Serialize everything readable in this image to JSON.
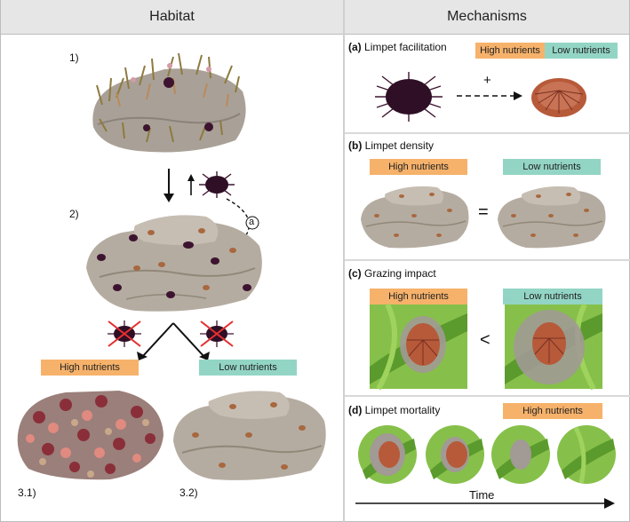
{
  "headers": {
    "habitat": "Habitat",
    "mechanisms": "Mechanisms"
  },
  "habitat": {
    "step1": "1)",
    "step2": "2)",
    "step31": "3.1)",
    "step32": "3.2)",
    "loop_marker": "a",
    "high_label": "High nutrients",
    "low_label": "Low nutrients"
  },
  "panels": {
    "a": {
      "letter": "(a)",
      "title": "Limpet facilitation",
      "high": "High nutrients",
      "low": "Low nutrients",
      "sign": "+"
    },
    "b": {
      "letter": "(b)",
      "title": "Limpet density",
      "high": "High nutrients",
      "low": "Low nutrients",
      "relation": "="
    },
    "c": {
      "letter": "(c)",
      "title": "Grazing impact",
      "high": "High nutrients",
      "low": "Low nutrients",
      "relation": "<"
    },
    "d": {
      "letter": "(d)",
      "title": "Limpet mortality",
      "high": "High nutrients",
      "axis": "Time"
    }
  },
  "colors": {
    "high": "#f6b26b",
    "low": "#93d5c5",
    "rock": "#b5aca1",
    "urchin": "#3d1430",
    "algae": "#6ea83a"
  }
}
